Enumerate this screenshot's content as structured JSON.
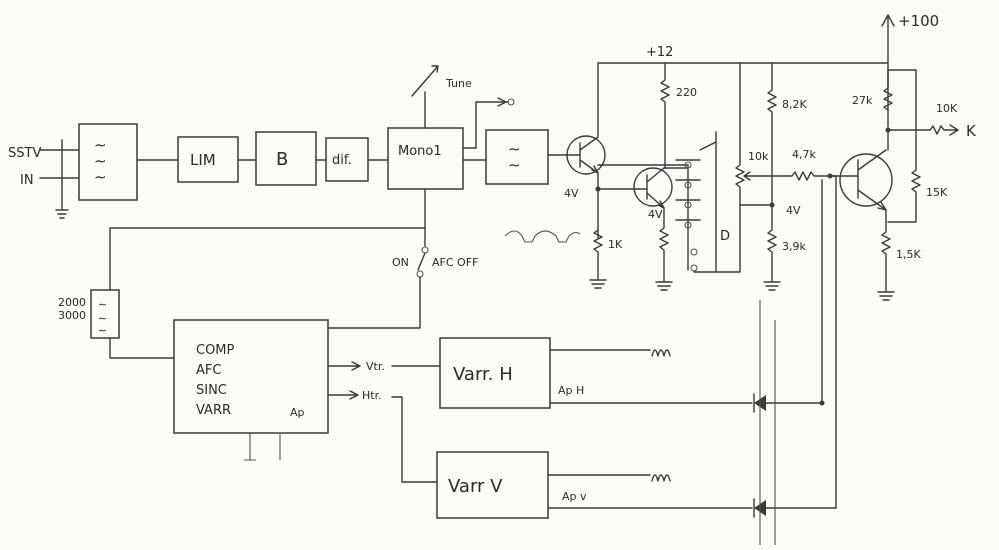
{
  "input": {
    "line1": "SSTV",
    "line2": "IN"
  },
  "blocks": {
    "lim": "LIM",
    "b": "B",
    "dif": "dif.",
    "mono": "Mono1",
    "tune": "Tune",
    "filter_freq_top": "2000",
    "filter_freq_bot": "3000",
    "comp_lines": [
      "COMP",
      "AFC",
      "SINC",
      "VARR"
    ],
    "comp_ap": "Ap",
    "vtr": "Vtr.",
    "htr": "Htr.",
    "varr_h": "Varr. H",
    "varr_v": "Varr V",
    "ap_h": "Ap H",
    "ap_v": "Ap v"
  },
  "switch": {
    "on": "ON",
    "afc_off": "AFC OFF"
  },
  "components": {
    "supply12": "+12",
    "supply100": "+100",
    "v4_left": "4V",
    "v4_mid": "4V",
    "v4_right": "4V",
    "r1k": "1K",
    "r8k2": "8,2K",
    "r10k_pot": "10k",
    "r4k7": "4,7k",
    "r39k": "3,9k",
    "r27k": "27k",
    "r10k_out": "10K",
    "r15k": "15K",
    "r1k5": "1,5K",
    "out_k": "K",
    "d_label": "D"
  },
  "colors": {
    "ink": "#3a3a3a",
    "paper": "#fbfbf8"
  }
}
